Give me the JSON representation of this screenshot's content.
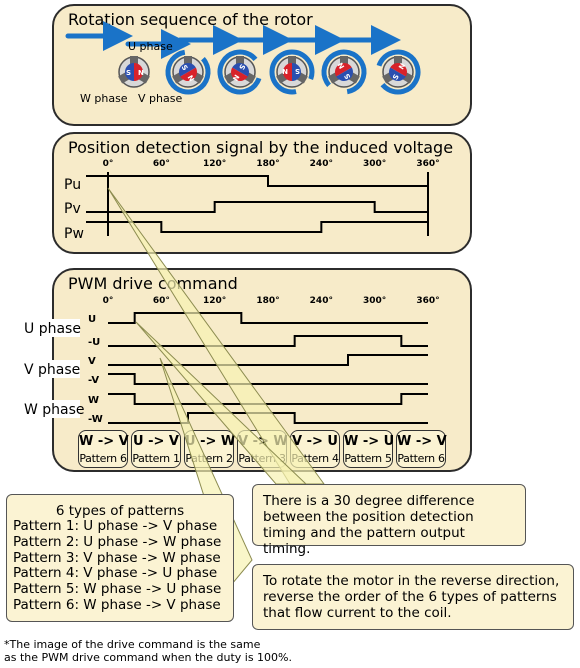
{
  "panels": {
    "rotation_title": "Rotation sequence of the rotor",
    "position_title": "Position detection signal by the induced voltage",
    "pwm_title": "PWM drive command"
  },
  "rotor": {
    "u_phase": "U phase",
    "v_phase": "V phase",
    "w_phase": "W phase",
    "pole_n": "N",
    "pole_s": "S"
  },
  "degrees": [
    "0°",
    "60°",
    "120°",
    "180°",
    "240°",
    "300°",
    "360°"
  ],
  "position_signals": {
    "labels": [
      "Pu",
      "Pv",
      "Pw"
    ],
    "levels": [
      [
        1,
        1,
        1,
        0,
        0,
        0
      ],
      [
        0,
        0,
        1,
        1,
        1,
        0
      ],
      [
        1,
        0,
        0,
        0,
        1,
        1
      ]
    ]
  },
  "pwm": {
    "phase_labels": [
      "U phase",
      "V phase",
      "W phase"
    ],
    "sub_labels": [
      [
        "U",
        "-U"
      ],
      [
        "V",
        "-V"
      ],
      [
        "W",
        "-W"
      ]
    ],
    "levels": [
      [
        0,
        1,
        1,
        0,
        0,
        0,
        0
      ],
      [
        0,
        0,
        0,
        0,
        1,
        1,
        0
      ],
      [
        0,
        0,
        0,
        0,
        0,
        1,
        1
      ],
      [
        1,
        0,
        0,
        0,
        0,
        0,
        0
      ],
      [
        1,
        0,
        0,
        0,
        0,
        0,
        1
      ],
      [
        0,
        0,
        1,
        1,
        0,
        0,
        0
      ]
    ]
  },
  "patterns": [
    {
      "dir": "W -> V",
      "name": "Pattern 6"
    },
    {
      "dir": "U -> V",
      "name": "Pattern 1"
    },
    {
      "dir": "U -> W",
      "name": "Pattern 2"
    },
    {
      "dir": "V -> W",
      "name": "Pattern 3"
    },
    {
      "dir": "V -> U",
      "name": "Pattern 4"
    },
    {
      "dir": "W -> U",
      "name": "Pattern 5"
    },
    {
      "dir": "W -> V",
      "name": "Pattern 6"
    }
  ],
  "pattern_list": {
    "heading": "6 types of patterns",
    "items": [
      "Pattern 1: U phase -> V phase",
      "Pattern 2: U phase -> W phase",
      "Pattern 3: V phase -> W phase",
      "Pattern 4: V phase -> U phase",
      "Pattern 5: W phase -> U phase",
      "Pattern 6: W phase -> V phase"
    ]
  },
  "notes": {
    "timing": "There is a 30 degree difference between the position detection timing and the pattern output timing.",
    "reverse": "To rotate the motor in the reverse direction, reverse the order of the 6 types of patterns that flow current to the coil."
  },
  "footnote": {
    "line1": "*The image of the drive command is the same",
    "line2": "as the PWM drive command when the duty is 100%."
  },
  "colors": {
    "panel_fill": "#f7ebc9",
    "arrow_blue": "#1a73c8",
    "pole_red": "#d8222a",
    "pole_blue": "#2a4fb0",
    "callout_fill": "#f6f2b2"
  }
}
